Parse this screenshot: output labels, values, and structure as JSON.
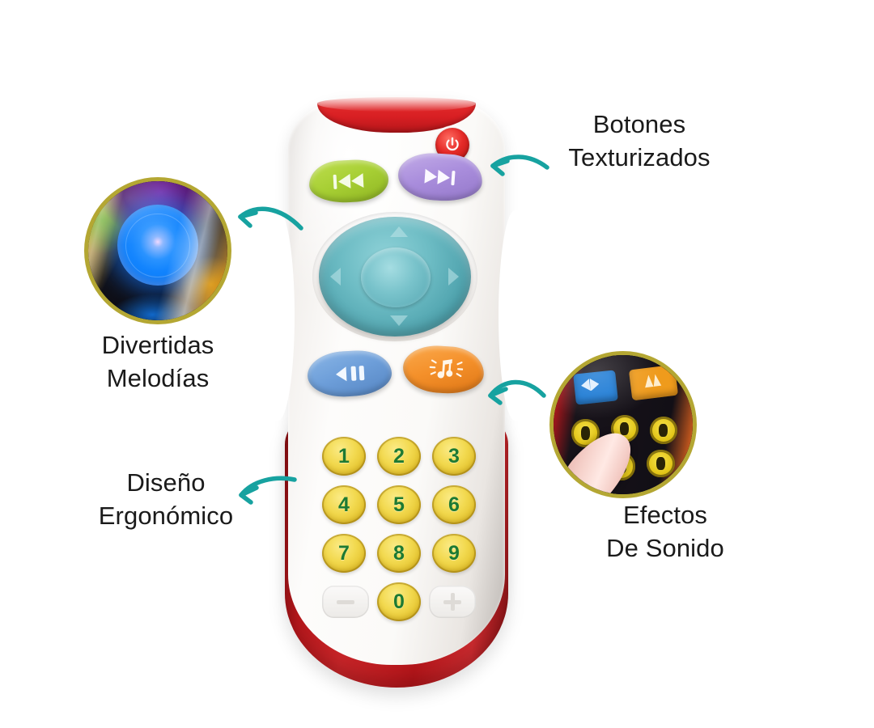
{
  "page": {
    "background_color": "#ffffff",
    "product": "Control remoto de juguete para bebé",
    "language": "es"
  },
  "theme": {
    "accent_arrow_color": "#17a2a0",
    "label_text_color": "#1a1a1a",
    "inset_ring_color": "#b4a733",
    "body_white": "#fbfaf8",
    "body_red": "#d81f23",
    "dpad_teal": "#6dbcc4"
  },
  "features": [
    {
      "id": "botones-texturizados",
      "label": "Botones\nTexturizados",
      "position": "top-right",
      "arrow": "curved-arrow-left"
    },
    {
      "id": "divertidas-melodias",
      "label": "Divertidas\nMelodías",
      "position": "left",
      "arrow": "curved-arrow-left",
      "inset": {
        "id": "inset-melodias",
        "description": "dial-azul-iluminado",
        "ring_color": "#b4a733"
      }
    },
    {
      "id": "diseno-ergonomico",
      "label": "Diseño\nErgonómico",
      "position": "bottom-left",
      "arrow": "curved-arrow-left-down"
    },
    {
      "id": "efectos-de-sonido",
      "label": "Efectos\nDe Sonido",
      "position": "right",
      "arrow": "curved-arrow-left",
      "inset": {
        "id": "inset-sonido",
        "description": "dedo-presionando-teclas-amarillas",
        "ring_color": "#b4a733"
      }
    }
  ],
  "remote": {
    "top_accent_color": "#d81f23",
    "power_button": {
      "name": "power",
      "icon": "power-icon",
      "color": "#e52a28"
    },
    "media_buttons": [
      {
        "id": "prev",
        "icon": "rewind-icon",
        "color": "#a7cf34",
        "label": ""
      },
      {
        "id": "next",
        "icon": "fast-forward-icon",
        "color": "#a98ddc",
        "label": ""
      },
      {
        "id": "play",
        "icon": "play-pause-icon",
        "color": "#6d9ed9",
        "label": ""
      },
      {
        "id": "sound",
        "icon": "music-note-icon",
        "color": "#f4902a",
        "label": ""
      }
    ],
    "dpad": {
      "id": "dpad",
      "color": "#6dbcc4",
      "directions": [
        "up",
        "right",
        "down",
        "left"
      ]
    },
    "keypad": {
      "key_color": "#f2d94f",
      "digit_color": "#1d7a33",
      "rows": [
        [
          "1",
          "2",
          "3"
        ],
        [
          "4",
          "5",
          "6"
        ],
        [
          "7",
          "8",
          "9"
        ]
      ],
      "bottom_row": {
        "volume_down": {
          "icon": "minus-icon",
          "label": ""
        },
        "zero": "0",
        "volume_up": {
          "icon": "plus-icon",
          "label": ""
        }
      }
    }
  }
}
